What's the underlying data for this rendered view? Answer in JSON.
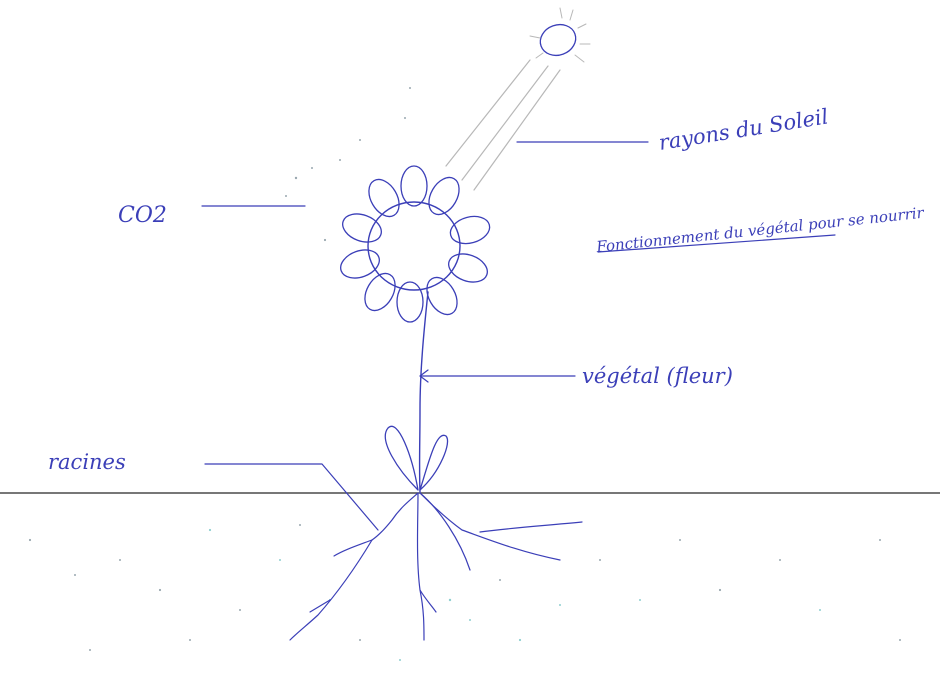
{
  "labels": {
    "sun_rays": "rayons du Soleil",
    "title": "Fonctionnement du végétal pour se nourrir",
    "co2": "CO2",
    "plant": "végétal (fleur)",
    "roots": "racines"
  },
  "colors": {
    "ink": "#3b3fb8",
    "pencil": "#b8b8b8",
    "ground_line": "#4a4a4a"
  }
}
